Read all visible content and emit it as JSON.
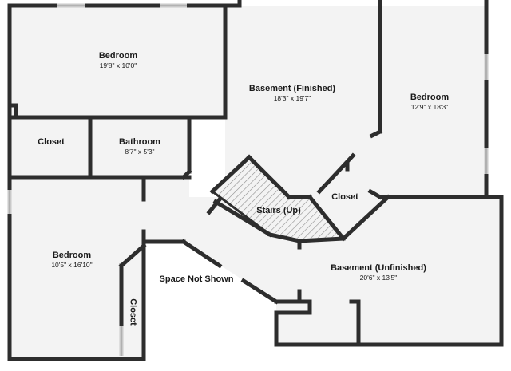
{
  "plan": {
    "rooms": [
      {
        "id": "bedroom-1",
        "name": "Bedroom",
        "dims": "19'8\" x 10'0\""
      },
      {
        "id": "basement-finished",
        "name": "Basement (Finished)",
        "dims": "18'3\" x 19'7\""
      },
      {
        "id": "bedroom-2",
        "name": "Bedroom",
        "dims": "12'9\" x 18'3\""
      },
      {
        "id": "closet-1",
        "name": "Closet"
      },
      {
        "id": "bathroom",
        "name": "Bathroom",
        "dims": "8'7\" x 5'3\""
      },
      {
        "id": "closet-2",
        "name": "Closet"
      },
      {
        "id": "stairs",
        "name": "Stairs (Up)"
      },
      {
        "id": "bedroom-3",
        "name": "Bedroom",
        "dims": "10'5\" x 16'10\""
      },
      {
        "id": "basement-unfinished",
        "name": "Basement (Unfinished)",
        "dims": "20'6\" x 13'5\""
      },
      {
        "id": "closet-3",
        "name": "Closet"
      }
    ],
    "space_not_shown": "Space Not Shown"
  }
}
